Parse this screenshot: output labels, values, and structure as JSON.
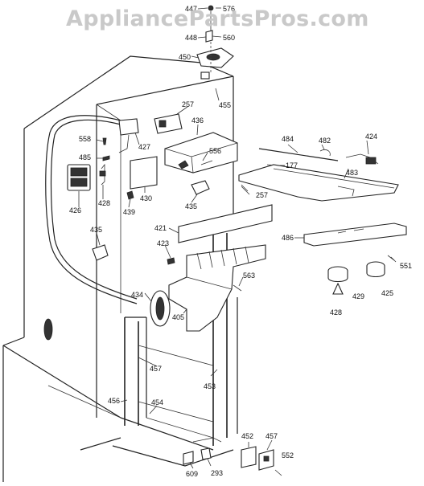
{
  "watermark": "AppliancePartsPros.com",
  "colors": {
    "line": "#222222",
    "watermark": "#c9c9c9",
    "background": "#ffffff"
  },
  "callouts": [
    {
      "id": "447",
      "label": "447"
    },
    {
      "id": "576",
      "label": "576"
    },
    {
      "id": "448",
      "label": "448"
    },
    {
      "id": "560",
      "label": "560"
    },
    {
      "id": "450",
      "label": "450"
    },
    {
      "id": "257a",
      "label": "257"
    },
    {
      "id": "455",
      "label": "455"
    },
    {
      "id": "436",
      "label": "436"
    },
    {
      "id": "558",
      "label": "558"
    },
    {
      "id": "427",
      "label": "427"
    },
    {
      "id": "485",
      "label": "485"
    },
    {
      "id": "556",
      "label": "556"
    },
    {
      "id": "484",
      "label": "484"
    },
    {
      "id": "482",
      "label": "482"
    },
    {
      "id": "424",
      "label": "424"
    },
    {
      "id": "177",
      "label": "177"
    },
    {
      "id": "483",
      "label": "483"
    },
    {
      "id": "426",
      "label": "426"
    },
    {
      "id": "428a",
      "label": "428"
    },
    {
      "id": "430",
      "label": "430"
    },
    {
      "id": "439",
      "label": "439"
    },
    {
      "id": "257b",
      "label": "257"
    },
    {
      "id": "435a",
      "label": "435"
    },
    {
      "id": "435b",
      "label": "435"
    },
    {
      "id": "421",
      "label": "421"
    },
    {
      "id": "486",
      "label": "486"
    },
    {
      "id": "423",
      "label": "423"
    },
    {
      "id": "551",
      "label": "551"
    },
    {
      "id": "563",
      "label": "563"
    },
    {
      "id": "429",
      "label": "429"
    },
    {
      "id": "425",
      "label": "425"
    },
    {
      "id": "428b",
      "label": "428"
    },
    {
      "id": "434",
      "label": "434"
    },
    {
      "id": "405",
      "label": "405"
    },
    {
      "id": "457a",
      "label": "457"
    },
    {
      "id": "453",
      "label": "453"
    },
    {
      "id": "456",
      "label": "456"
    },
    {
      "id": "454",
      "label": "454"
    },
    {
      "id": "452",
      "label": "452"
    },
    {
      "id": "457b",
      "label": "457"
    },
    {
      "id": "552",
      "label": "552"
    },
    {
      "id": "609",
      "label": "609"
    },
    {
      "id": "293",
      "label": "293"
    }
  ]
}
